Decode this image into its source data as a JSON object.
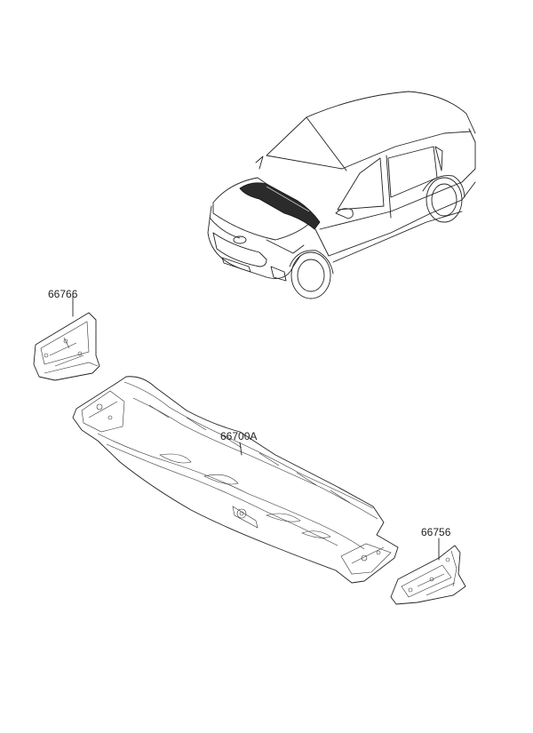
{
  "labels": {
    "bracket_left": "66766",
    "cowl_panel": "66700A",
    "bracket_right": "66756"
  }
}
